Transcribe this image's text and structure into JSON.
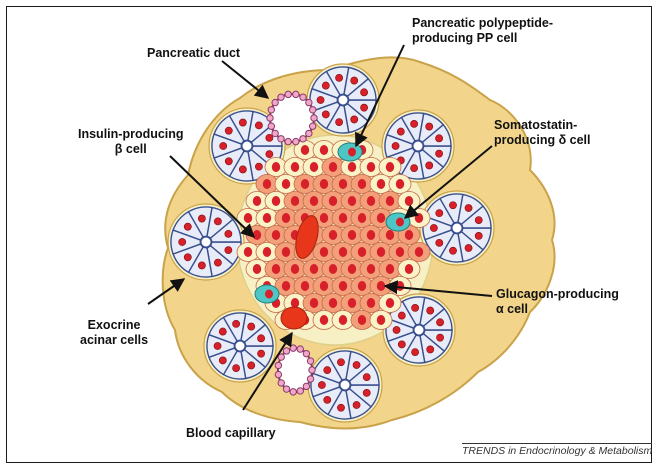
{
  "labels": {
    "pancreatic_duct": "Pancreatic duct",
    "pp_cell_line1": "Pancreatic polypeptide-",
    "pp_cell_line2": "producing PP cell",
    "beta_cell_line1": "Insulin-producing",
    "beta_cell_line2": "β cell",
    "delta_cell_line1": "Somatostatin-",
    "delta_cell_line2": "producing δ cell",
    "alpha_cell_line1": "Glucagon-producing",
    "alpha_cell_line2": "α cell",
    "acinar_line1": "Exocrine",
    "acinar_line2": "acinar cells",
    "capillary": "Blood capillary"
  },
  "credit": "TRENDS in Endocrinology & Metabolism",
  "colors": {
    "tissue": "#f2d58a",
    "islet_bg": "#f6f0c4",
    "beta_cell": "#f3a07a",
    "alpha_cell": "#fbf3c8",
    "delta_pp_cell": "#4fc6c6",
    "nucleus": "#d8202a",
    "acinar_cell": "#e7ecf8",
    "acinar_outline": "#3a4f8e",
    "capillary": "#e8361a"
  }
}
